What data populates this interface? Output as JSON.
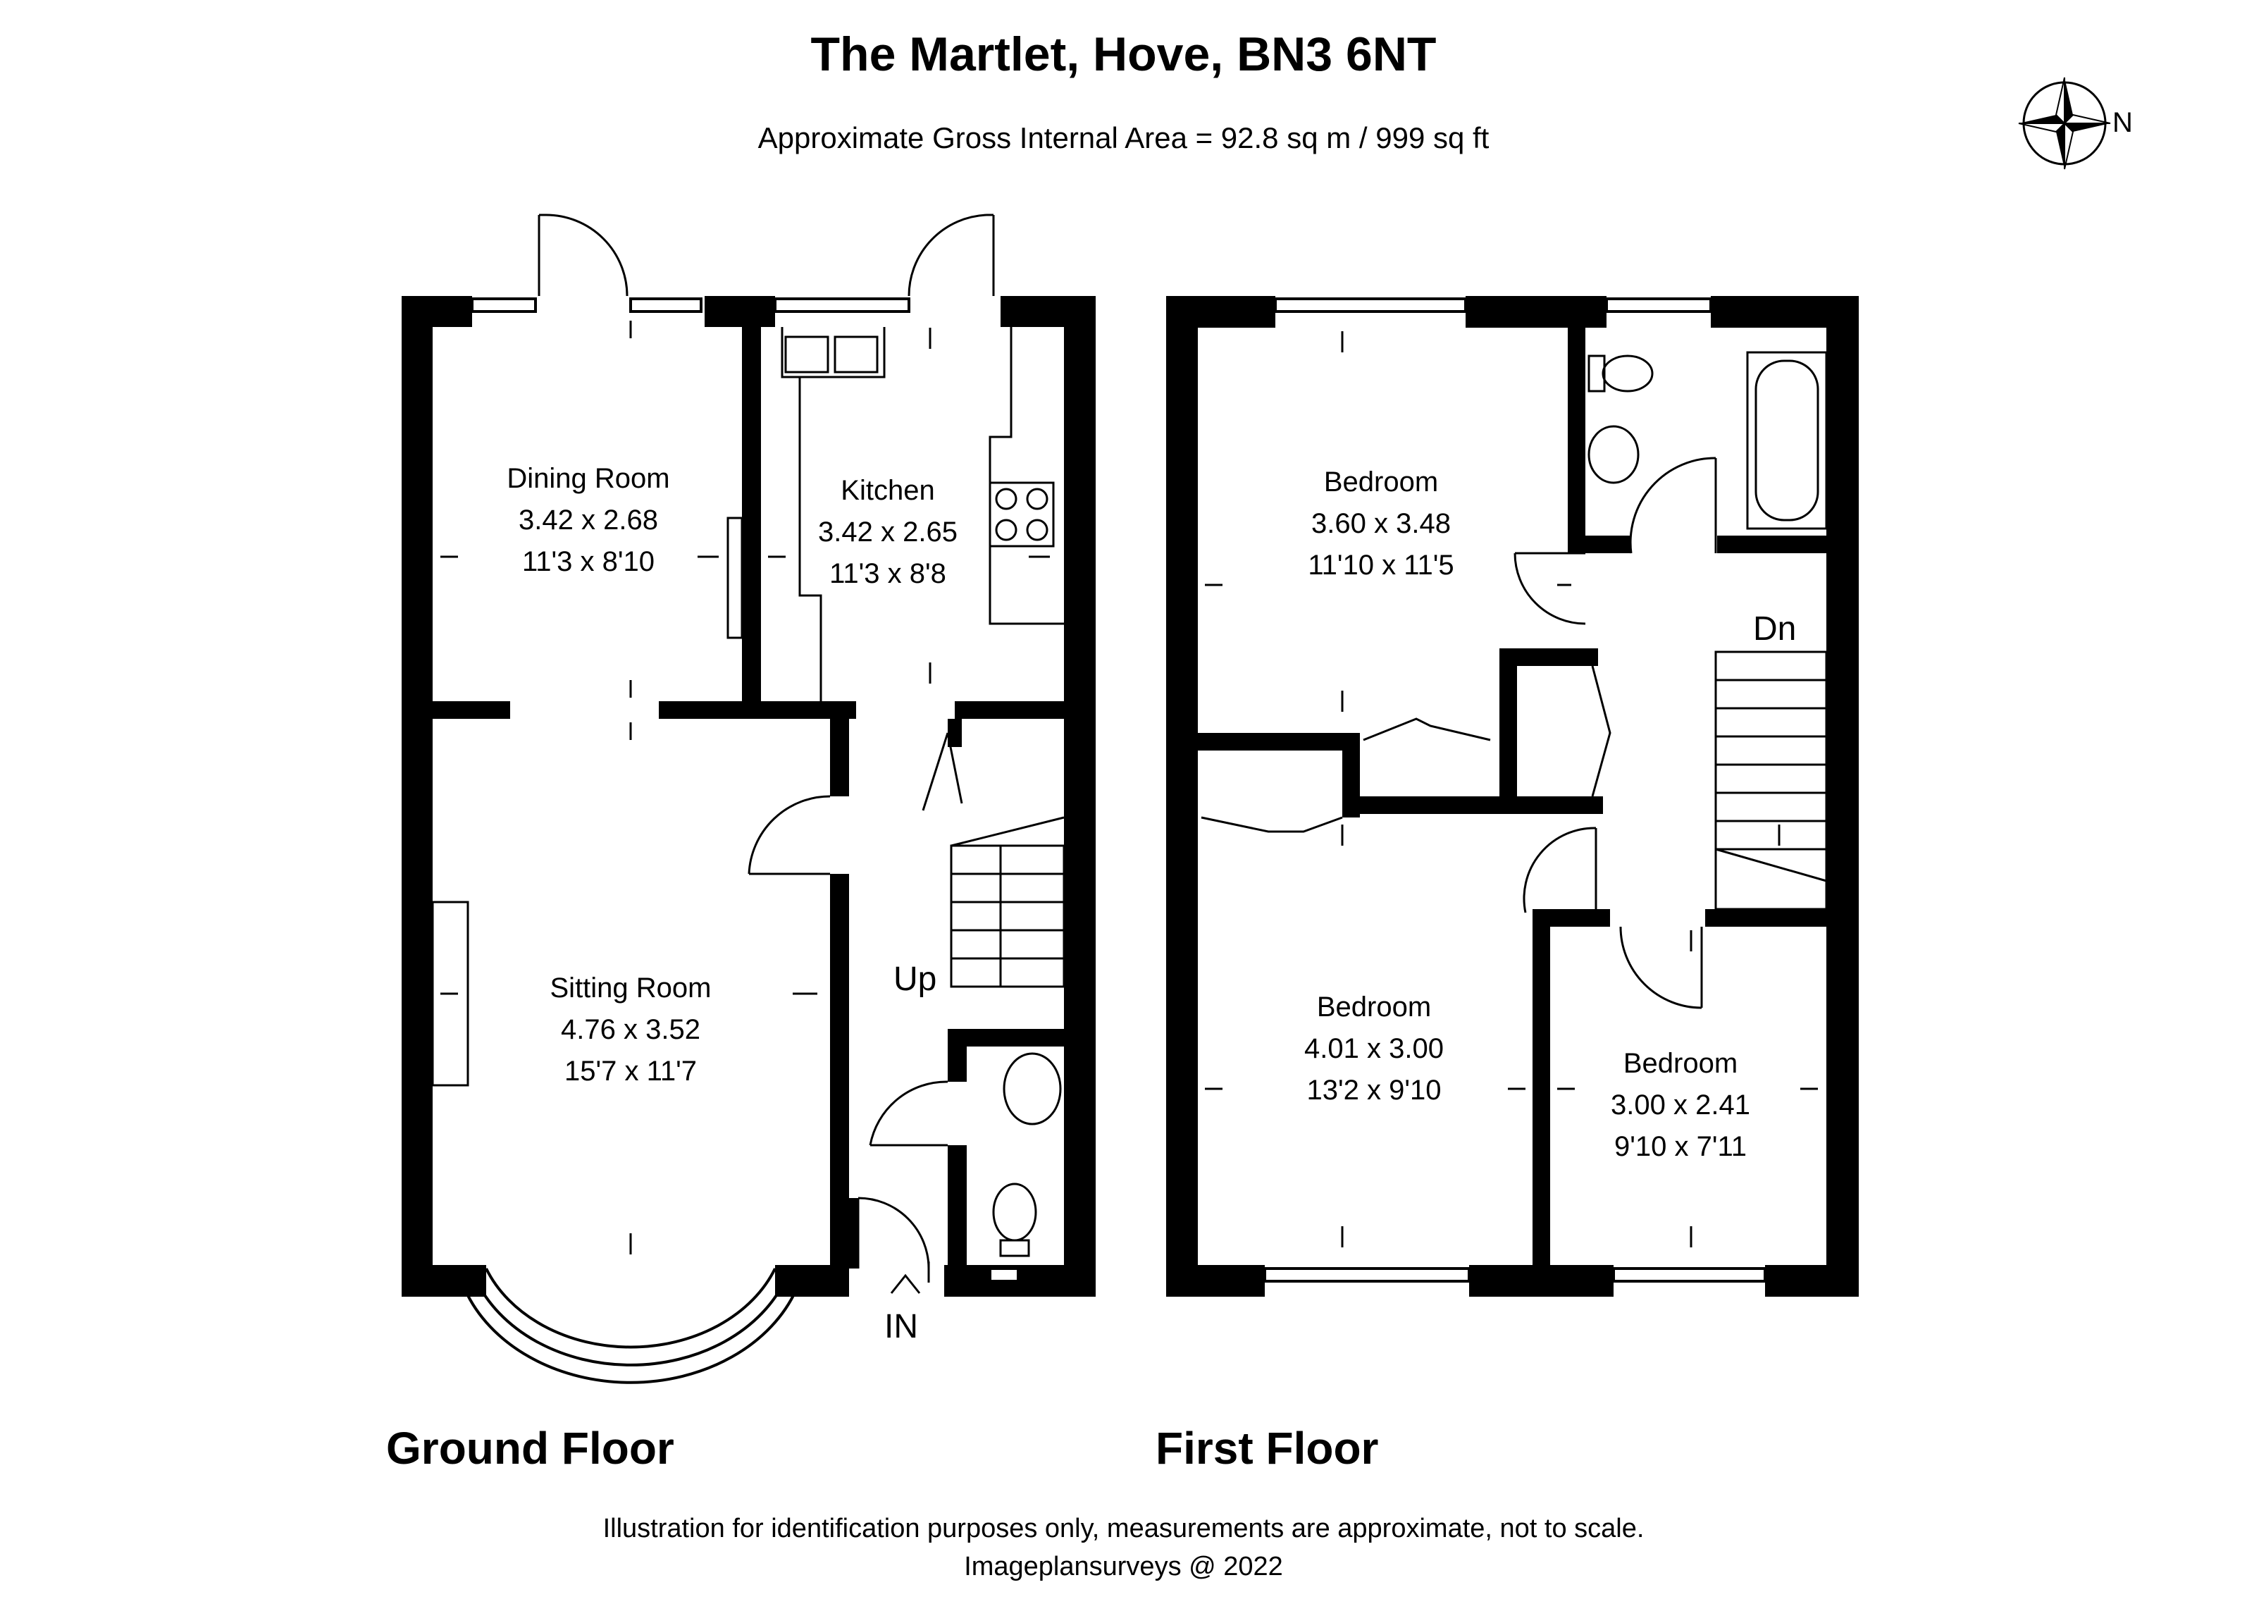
{
  "header": {
    "title": "The Martlet, Hove, BN3 6NT",
    "subtitle": "Approximate Gross Internal Area = 92.8 sq m / 999 sq ft"
  },
  "compass": {
    "icon": "compass-rose-icon",
    "north_label": "N"
  },
  "ground_floor": {
    "label": "Ground Floor",
    "rooms": [
      {
        "name": "Dining Room",
        "metric": "3.42 x 2.68",
        "imperial": "11'3 x 8'10"
      },
      {
        "name": "Kitchen",
        "metric": "3.42 x 2.65",
        "imperial": "11'3 x 8'8"
      },
      {
        "name": "Sitting Room",
        "metric": "4.76 x 3.52",
        "imperial": "15'7 x 11'7"
      }
    ],
    "stairs_label": "Up",
    "entrance_label": "IN"
  },
  "first_floor": {
    "label": "First Floor",
    "rooms": [
      {
        "name": "Bedroom",
        "metric": "3.60 x 3.48",
        "imperial": "11'10 x 11'5"
      },
      {
        "name": "Bedroom",
        "metric": "4.01 x 3.00",
        "imperial": "13'2 x 9'10"
      },
      {
        "name": "Bedroom",
        "metric": "3.00 x 2.41",
        "imperial": "9'10 x 7'11"
      }
    ],
    "stairs_label": "Dn"
  },
  "footer": {
    "note": "Illustration for identification purposes only, measurements are approximate, not to scale.",
    "credit": "Imageplansurveys @ 2022"
  }
}
